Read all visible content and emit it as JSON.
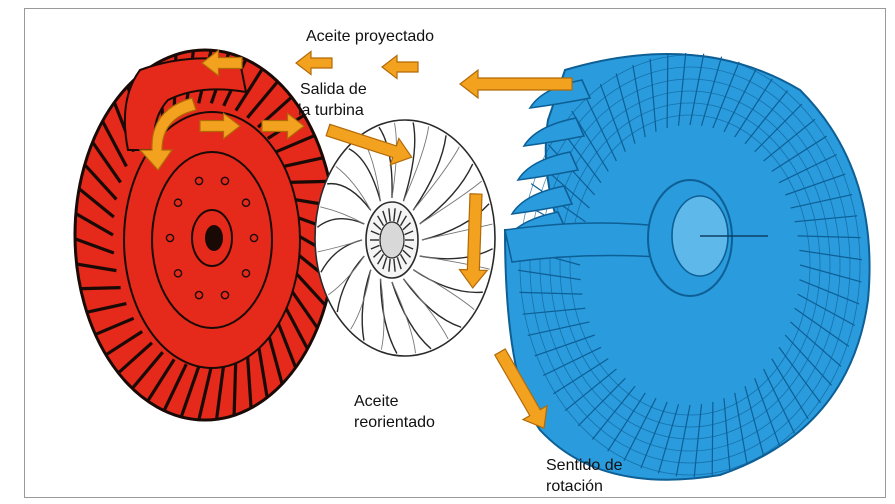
{
  "labels": {
    "aceite_proyectado": "Aceite proyectado",
    "salida_turbina_1": "Salida de",
    "salida_turbina_2": "la turbina",
    "aceite_reorientado_1": "Aceite",
    "aceite_reorientado_2": "reorientado",
    "sentido_rotacion_1": "Sentido de",
    "sentido_rotacion_2": "rotación"
  },
  "colors": {
    "impeller": "#e5291b",
    "impeller_dark": "#1a0a06",
    "pump": "#2a9bdc",
    "pump_dark": "#0d5f95",
    "arrow": "#f2a21e",
    "arrow_edge": "#b26a08",
    "turbine_line": "#2a2a2a"
  }
}
